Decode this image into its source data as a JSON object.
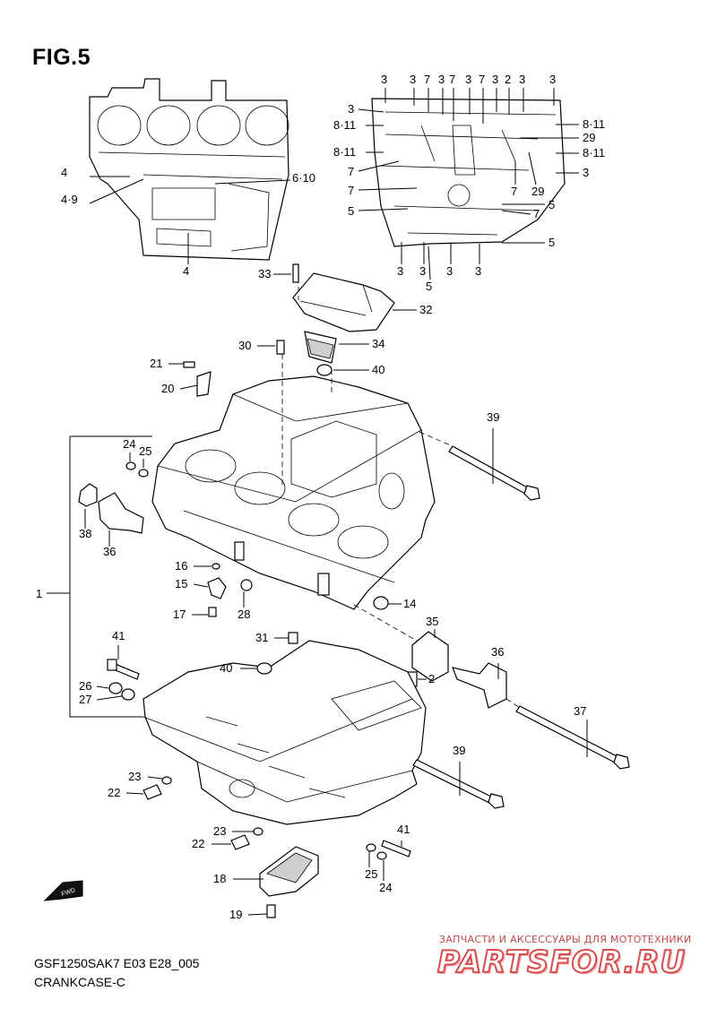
{
  "figure": {
    "title": "FIG.5",
    "model_code": "GSF1250SAK7 E03 E28_005",
    "section_name": "CRANKCASE-C"
  },
  "watermark": {
    "tagline": "ЗАПЧАСТИ И АКСЕССУАРЫ ДЛЯ МОТОТЕХНИКИ",
    "brand": "PARTSFOR.RU",
    "color": "#d74d4d"
  },
  "fwd_label": "FWD",
  "callouts": [
    {
      "id": "c1",
      "text": "4"
    },
    {
      "id": "c2",
      "text": "4·9"
    },
    {
      "id": "c3",
      "text": "6·10"
    },
    {
      "id": "c4",
      "text": "4"
    },
    {
      "id": "c5",
      "text": "3"
    },
    {
      "id": "c6",
      "text": "3"
    },
    {
      "id": "c7",
      "text": "7"
    },
    {
      "id": "c8",
      "text": "3"
    },
    {
      "id": "c9",
      "text": "7"
    },
    {
      "id": "c10",
      "text": "3"
    },
    {
      "id": "c11",
      "text": "7"
    },
    {
      "id": "c12",
      "text": "3"
    },
    {
      "id": "c13",
      "text": "2"
    },
    {
      "id": "c14",
      "text": "3"
    },
    {
      "id": "c15",
      "text": "3"
    },
    {
      "id": "c16",
      "text": "3"
    },
    {
      "id": "c17",
      "text": "8·11"
    },
    {
      "id": "c18",
      "text": "8·11"
    },
    {
      "id": "c19",
      "text": "7"
    },
    {
      "id": "c20",
      "text": "7"
    },
    {
      "id": "c21",
      "text": "5"
    },
    {
      "id": "c22",
      "text": "8·11"
    },
    {
      "id": "c23",
      "text": "29"
    },
    {
      "id": "c24",
      "text": "8·11"
    },
    {
      "id": "c25",
      "text": "3"
    },
    {
      "id": "c26",
      "text": "7"
    },
    {
      "id": "c27",
      "text": "29"
    },
    {
      "id": "c28",
      "text": "5"
    },
    {
      "id": "c29",
      "text": "7"
    },
    {
      "id": "c30",
      "text": "5"
    },
    {
      "id": "c31",
      "text": "3"
    },
    {
      "id": "c32",
      "text": "3"
    },
    {
      "id": "c33",
      "text": "3"
    },
    {
      "id": "c34",
      "text": "3"
    },
    {
      "id": "c35",
      "text": "5"
    },
    {
      "id": "c36",
      "text": "33"
    },
    {
      "id": "c37",
      "text": "32"
    },
    {
      "id": "c38",
      "text": "30"
    },
    {
      "id": "c39",
      "text": "34"
    },
    {
      "id": "c40",
      "text": "21"
    },
    {
      "id": "c41",
      "text": "40"
    },
    {
      "id": "c42",
      "text": "20"
    },
    {
      "id": "c43",
      "text": "39"
    },
    {
      "id": "c44",
      "text": "24"
    },
    {
      "id": "c45",
      "text": "25"
    },
    {
      "id": "c46",
      "text": "38"
    },
    {
      "id": "c47",
      "text": "36"
    },
    {
      "id": "c48",
      "text": "1"
    },
    {
      "id": "c49",
      "text": "16"
    },
    {
      "id": "c50",
      "text": "15"
    },
    {
      "id": "c51",
      "text": "17"
    },
    {
      "id": "c52",
      "text": "28"
    },
    {
      "id": "c53",
      "text": "14"
    },
    {
      "id": "c54",
      "text": "35"
    },
    {
      "id": "c55",
      "text": "41"
    },
    {
      "id": "c56",
      "text": "31"
    },
    {
      "id": "c57",
      "text": "40"
    },
    {
      "id": "c58",
      "text": "2"
    },
    {
      "id": "c59",
      "text": "36"
    },
    {
      "id": "c60",
      "text": "26"
    },
    {
      "id": "c61",
      "text": "27"
    },
    {
      "id": "c62",
      "text": "37"
    },
    {
      "id": "c63",
      "text": "39"
    },
    {
      "id": "c64",
      "text": "23"
    },
    {
      "id": "c65",
      "text": "22"
    },
    {
      "id": "c66",
      "text": "23"
    },
    {
      "id": "c67",
      "text": "22"
    },
    {
      "id": "c68",
      "text": "41"
    },
    {
      "id": "c69",
      "text": "25"
    },
    {
      "id": "c70",
      "text": "24"
    },
    {
      "id": "c71",
      "text": "18"
    },
    {
      "id": "c72",
      "text": "19"
    }
  ]
}
